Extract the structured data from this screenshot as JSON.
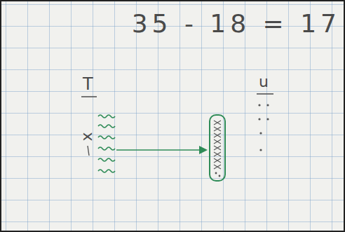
{
  "diagram": {
    "labels": [
      "35 - 18 = 17",
      "T",
      "x",
      "u"
    ]
  }
}
